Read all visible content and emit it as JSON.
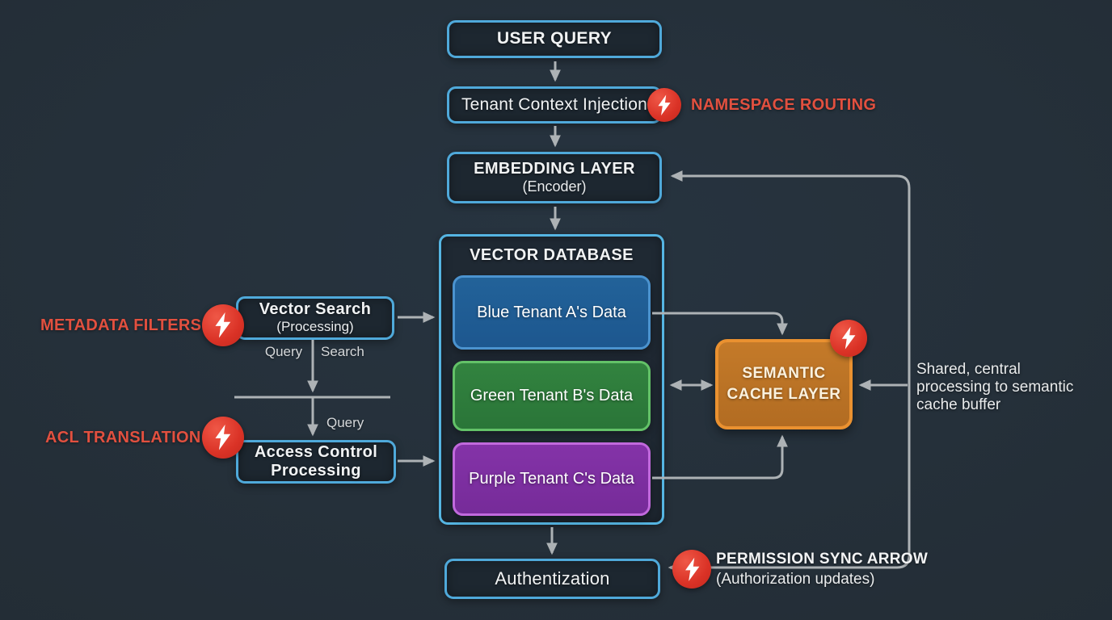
{
  "colors": {
    "background": "#242e37",
    "node_border": "#4fa9da",
    "node_fill": "#1d2730",
    "arrow": "#adb2b5",
    "accent_red_text": "#e2503f",
    "badge_red": "#da3226",
    "text_primary": "#f1f3f4",
    "cache_fill": "#bb7226",
    "cache_border": "#ea9130"
  },
  "icons": {
    "lightning": "lightning-bolt"
  },
  "nodes": {
    "user_query": {
      "label": "USER QUERY"
    },
    "tenant_context": {
      "label": "Tenant Context Injection"
    },
    "embedding": {
      "title": "EMBEDDING LAYER",
      "subtitle": "(Encoder)"
    },
    "vector_db": {
      "title": "VECTOR DATABASE",
      "tenants": [
        {
          "label": "Blue Tenant A's Data",
          "fill": "#1e5c99",
          "border": "#4b93cf"
        },
        {
          "label": "Green Tenant B's Data",
          "fill": "#2e7d3c",
          "border": "#63c268"
        },
        {
          "label": "Purple Tenant C's Data",
          "fill": "#7e2fa2",
          "border": "#c169dd"
        }
      ]
    },
    "semantic_cache": {
      "line1": "SEMANTIC",
      "line2": "CACHE LAYER"
    },
    "vector_search": {
      "title": "Vector Search",
      "subtitle": "(Processing)"
    },
    "access_control": {
      "line1": "Access Control",
      "line2": "Processing"
    },
    "authentication": {
      "label": "Authentization"
    }
  },
  "annotations": {
    "namespace_routing": "NAMESPACE ROUTING",
    "metadata_filters": "METADATA FILTERS",
    "acl_translation": "ACL TRANSLATION",
    "permission_sync": {
      "title": "PERMISSION SYNC ARROW",
      "subtitle": "(Authorization updates)"
    },
    "shared_note": {
      "line1": "Shared, central",
      "line2": "processing to semantic",
      "line3": "cache buffer"
    }
  },
  "edge_labels": {
    "query_top": "Query",
    "search": "Search",
    "query_bottom": "Query"
  }
}
